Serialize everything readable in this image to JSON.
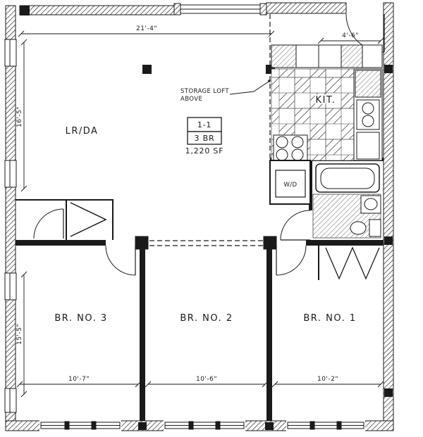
{
  "plan": {
    "unit": {
      "number": "1-1",
      "type": "3 BR",
      "area": "1,220 SF"
    },
    "rooms": {
      "living": "LR/DA",
      "kitchen": "KIT.",
      "bedroom1": "BR. NO. 1",
      "bedroom2": "BR. NO. 2",
      "bedroom3": "BR. NO. 3",
      "laundry": "W/D"
    },
    "annotations": {
      "storage_loft_line1": "STORAGE LOFT",
      "storage_loft_line2": "ABOVE"
    },
    "dimensions": {
      "top_width": "21'-4\"",
      "kitchen_width": "4'-6\"",
      "left_upper_height": "16'-5\"",
      "left_lower_height": "15'-5\"",
      "bedroom3_width": "10'-7\"",
      "bedroom2_width": "10'-6\"",
      "bedroom1_width": "10'-2\""
    },
    "colors": {
      "ink": "#1a1a1a",
      "paper": "#ffffff"
    }
  }
}
